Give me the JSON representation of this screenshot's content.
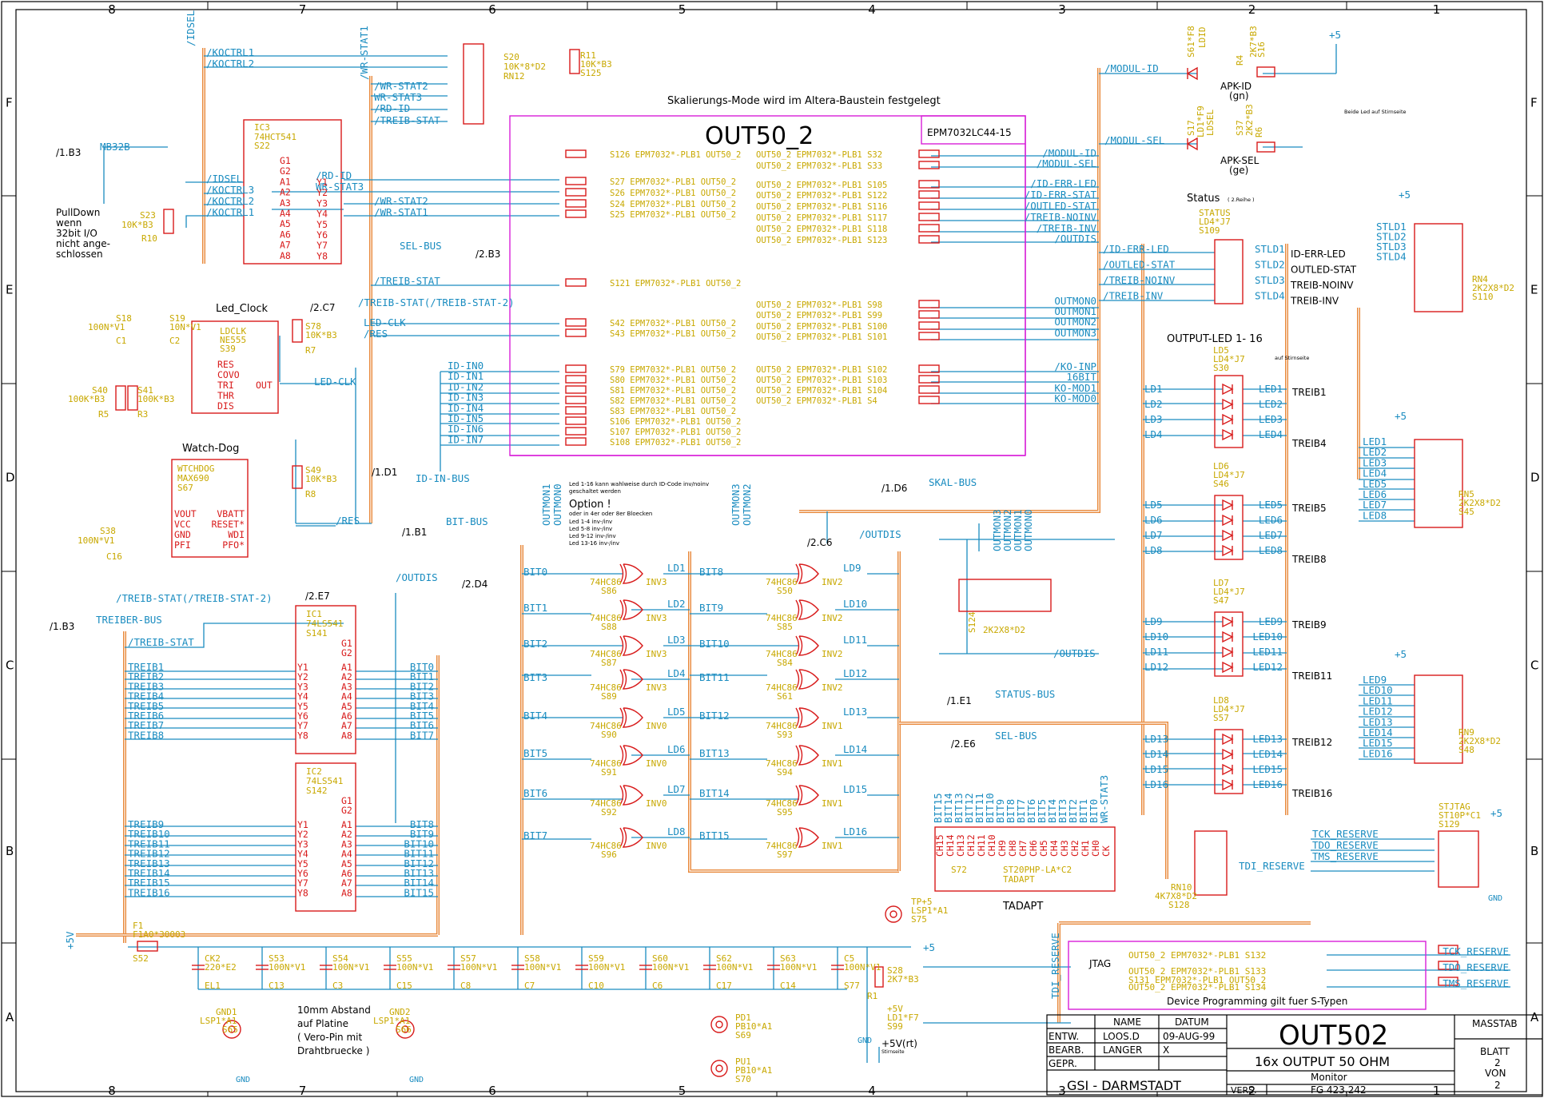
{
  "zones_top": [
    "8",
    "7",
    "6",
    "5",
    "4",
    "3",
    "2",
    "1"
  ],
  "zones_side": [
    "F",
    "E",
    "D",
    "C",
    "B",
    "A"
  ],
  "header_note": "Skalierungs-Mode wird im Altera-Baustein festgelegt",
  "cpld": {
    "title": "OUT50_2",
    "part": "EPM7032LC44-15"
  },
  "cpld_left_lines": [
    "S126 EPM7032*-PLB1  OUT50_2",
    "S27 EPM7032*-PLB1  OUT50_2",
    "S26 EPM7032*-PLB1  OUT50_2",
    "S24 EPM7032*-PLB1  OUT50_2",
    "S25 EPM7032*-PLB1  OUT50_2",
    "S121 EPM7032*-PLB1  OUT50_2",
    "S42 EPM7032*-PLB1  OUT50_2",
    "S43 EPM7032*-PLB1  OUT50_2",
    "S79 EPM7032*-PLB1  OUT50_2",
    "S80 EPM7032*-PLB1  OUT50_2",
    "S81 EPM7032*-PLB1  OUT50_2",
    "S82 EPM7032*-PLB1  OUT50_2",
    "S83 EPM7032*-PLB1  OUT50_2",
    "S106 EPM7032*-PLB1  OUT50_2",
    "S107 EPM7032*-PLB1  OUT50_2",
    "S108 EPM7032*-PLB1  OUT50_2"
  ],
  "cpld_right_lines": [
    "OUT50_2  EPM7032*-PLB1 S32",
    "OUT50_2  EPM7032*-PLB1 S33",
    "OUT50_2  EPM7032*-PLB1 S105",
    "OUT50_2  EPM7032*-PLB1 S122",
    "OUT50_2  EPM7032*-PLB1 S116",
    "OUT50_2  EPM7032*-PLB1 S117",
    "OUT50_2  EPM7032*-PLB1 S118",
    "OUT50_2  EPM7032*-PLB1 S123",
    "OUT50_2  EPM7032*-PLB1 S98",
    "OUT50_2  EPM7032*-PLB1 S99",
    "OUT50_2  EPM7032*-PLB1 S100",
    "OUT50_2  EPM7032*-PLB1 S101",
    "OUT50_2  EPM7032*-PLB1 S102",
    "OUT50_2  EPM7032*-PLB1 S103",
    "OUT50_2  EPM7032*-PLB1 S104",
    "OUT50_2  EPM7032*-PLB1 S4"
  ],
  "cpld_left_signals": [
    "/WR-STAT2",
    "/WR-STAT3",
    "/RD-ID",
    "/TREIB-STAT",
    "/KOCTRL1",
    "/KOCTRL2"
  ],
  "id_inputs": [
    "ID-IN0",
    "ID-IN1",
    "ID-IN2",
    "ID-IN3",
    "ID-IN4",
    "ID-IN5",
    "ID-IN6",
    "ID-IN7"
  ],
  "cpld_right_signals": [
    "/MODUL-ID",
    "/MODUL-SEL",
    "/ID-ERR-LED",
    "/ID-ERR-STAT",
    "/OUTLED-STAT",
    "/TREIB-NOINV",
    "/TREIB-INV",
    "/OUTDIS",
    "OUTMON0",
    "OUTMON1",
    "OUTMON2",
    "OUTMON3",
    "/KO-INP",
    "16BIT",
    "KO-MOD1",
    "KO-MOD0"
  ],
  "left_labels": {
    "idsel": "/IDSEL",
    "koctrl1": "/KOCTRL1",
    "koctrl2": "/KOCTRL2",
    "koctrl3": "/KOCTRL3",
    "wr_stat1": "/WR-STAT1",
    "wr_stat2": "/WR-STAT2",
    "wr_stat3": "WR-STAT3",
    "rd_id": "/RD-ID",
    "treib_stat": "/TREIB-STAT",
    "mb32b": "/1.B3",
    "mb32b_net": "MB32B",
    "pulldown": [
      "PullDown",
      "wenn",
      "32bit I/O",
      "nicht ange-",
      "schlossen"
    ],
    "sel_bus": "SEL-BUS",
    "sel_bus_ref": "/2.B3",
    "treib_stat_ref": "/2.C7",
    "treib_stat2": "/TREIB-STAT(/TREIB-STAT-2)",
    "led_clk": "LED-CLK",
    "res": "/RES"
  },
  "ic3": {
    "name": "IC3",
    "type": "74HCT541",
    "ref": "S22",
    "pins_left": [
      "G1",
      "G2",
      "A1",
      "A2",
      "A3",
      "A4",
      "A5",
      "A6",
      "A7",
      "A8"
    ],
    "pins_right": [
      "Y1",
      "Y2",
      "Y3",
      "Y4",
      "Y5",
      "Y6",
      "Y7",
      "Y8"
    ]
  },
  "rn12": {
    "name": "S20",
    "value": "10K*8*D2",
    "ref": "RN12"
  },
  "r11": {
    "name": "R11",
    "value": "10K*B3",
    "ref": "S125"
  },
  "r10": {
    "name": "S23",
    "value": "10K*B3",
    "ref": "R10"
  },
  "led_clock": {
    "title": "Led_Clock",
    "chip": "LDCLK",
    "type": "NE555",
    "ref": "S39",
    "pins": [
      "RES",
      "COVO",
      "TRI",
      "THR",
      "DIS",
      "OUT"
    ],
    "c1": [
      "S18",
      "100N*V1",
      "C1"
    ],
    "c2": [
      "S19",
      "10N*V1",
      "C2"
    ],
    "r5": [
      "S40",
      "100K*B3",
      "R5"
    ],
    "r3": [
      "S41",
      "100K*B3",
      "R3"
    ],
    "r7": [
      "S78",
      "10K*B3",
      "R7"
    ],
    "out_net": "LED-CLK"
  },
  "watchdog": {
    "title": "Watch-Dog",
    "chip": "WTCHDOG",
    "type": "MAX690",
    "ref": "S67",
    "pins_left": [
      "VOUT",
      "VCC",
      "GND",
      "PFI"
    ],
    "pins_right": [
      "VBATT",
      "RESET*",
      "WDI",
      "PFO*"
    ],
    "c16": [
      "S38",
      "100N*V1",
      "C16"
    ],
    "r8": [
      "S49",
      "10K*B3",
      "R8"
    ],
    "out_net": "/RES",
    "id_bus_ref": "/1.D1",
    "id_bus": "ID-IN-BUS"
  },
  "treiber": {
    "bus_ref": "/1.B3",
    "bus": "TREIBER-BUS",
    "stat": "/TREIB-STAT",
    "stat2": "/TREIB-STAT(/TREIB-STAT-2)",
    "stat2_ref": "/2.E7",
    "outdis": "/OUTDIS",
    "outdis_ref": "/2.D4",
    "bit_bus_ref": "/1.B1",
    "bit_bus": "BIT-BUS"
  },
  "ic1": {
    "name": "IC1",
    "type": "74LS541",
    "ref": "S141",
    "treib": [
      "TREIB1",
      "TREIB2",
      "TREIB3",
      "TREIB4",
      "TREIB5",
      "TREIB6",
      "TREIB7",
      "TREIB8"
    ],
    "bits": [
      "BIT0",
      "BIT1",
      "BIT2",
      "BIT3",
      "BIT4",
      "BIT5",
      "BIT6",
      "BIT7"
    ]
  },
  "ic2": {
    "name": "IC2",
    "type": "74LS541",
    "ref": "S142",
    "treib": [
      "TREIB9",
      "TREIB10",
      "TREIB11",
      "TREIB12",
      "TREIB13",
      "TREIB14",
      "TREIB15",
      "TREIB16"
    ],
    "bits": [
      "BIT8",
      "BIT9",
      "BIT10",
      "BIT11",
      "BIT12",
      "BIT13",
      "BIT14",
      "BIT15"
    ]
  },
  "option_note": [
    "Led 1-16 kann wahlweise durch ID-Code inv/noinv",
    "geschaltet werden",
    "Option !",
    "oder in 4er oder 8er Bloecken",
    "Led 1-4 inv-/inv",
    "Led 5-8 inv-/inv",
    "Led 9-12 inv-/inv",
    "Led 13-16 inv-/inv"
  ],
  "gates_a": {
    "bits": [
      "BIT0",
      "BIT1",
      "BIT2",
      "BIT3",
      "BIT4",
      "BIT5",
      "BIT6",
      "BIT7"
    ],
    "lds": [
      "LD1",
      "LD2",
      "LD3",
      "LD4",
      "LD5",
      "LD6",
      "LD7",
      "LD8"
    ],
    "refs": [
      "S86",
      "S88",
      "S87",
      "S89",
      "S90",
      "S91",
      "S92",
      "S96"
    ],
    "invs": [
      "INV3",
      "INV3",
      "INV3",
      "INV3",
      "INV0",
      "INV0",
      "INV0",
      "INV0"
    ],
    "mon": [
      "OUTMON1",
      "OUTMON0"
    ]
  },
  "gates_b": {
    "bits": [
      "BIT8",
      "BIT9",
      "BIT10",
      "BIT11",
      "BIT12",
      "BIT13",
      "BIT14",
      "BIT15"
    ],
    "lds": [
      "LD9",
      "LD10",
      "LD11",
      "LD12",
      "LD13",
      "LD14",
      "LD15",
      "LD16"
    ],
    "refs": [
      "S50",
      "S85",
      "S84",
      "S61",
      "S93",
      "S94",
      "S95",
      "S97"
    ],
    "invs": [
      "INV2",
      "INV2",
      "INV2",
      "INV2",
      "INV1",
      "INV1",
      "INV1",
      "INV1"
    ],
    "mon": [
      "OUTMON3",
      "OUTMON2"
    ]
  },
  "gate_type": "74HC86",
  "mid_refs": {
    "skal_ref": "/1.D6",
    "skal_bus": "SKAL-BUS",
    "outdis_ref": "/2.C6",
    "outdis": "/OUTDIS",
    "outdis2": "/OUTDIS",
    "outmon": [
      "OUTMON3",
      "OUTMON2",
      "OUTMON1",
      "OUTMON0"
    ],
    "rn_ref": "S124",
    "rn_val": "2K2X8*D2",
    "status_ref": "/1.E1",
    "status_bus": "STATUS-BUS",
    "sel_ref": "/2.E6",
    "sel_bus": "SEL-BUS"
  },
  "tadapt": {
    "bits": [
      "BIT15",
      "BIT14",
      "BIT13",
      "BIT12",
      "BIT11",
      "BIT10",
      "BIT9",
      "BIT8",
      "BIT7",
      "BIT6",
      "BIT5",
      "BIT4",
      "BIT3",
      "BIT2",
      "BIT1",
      "BIT0",
      "WR-STAT3"
    ],
    "chs": [
      "CH15",
      "CH14",
      "CH13",
      "CH12",
      "CH11",
      "CH10",
      "CH9",
      "CH8",
      "CH7",
      "CH6",
      "CH5",
      "CH4",
      "CH3",
      "CH2",
      "CH1",
      "CH0",
      "CK"
    ],
    "ref": "S72",
    "type": "ST20PHP-LA*C2",
    "name": "TADAPT",
    "label": "TADAPT"
  },
  "power": {
    "in_label": "+5V",
    "fuse": [
      "F1",
      "F1A0*30003",
      "S52"
    ],
    "caps": [
      [
        "CK2",
        "220*E2",
        "EL1"
      ],
      [
        "S53",
        "100N*V1",
        "C13"
      ],
      [
        "S54",
        "100N*V1",
        "C3"
      ],
      [
        "S55",
        "100N*V1",
        "C15"
      ],
      [
        "S57",
        "100N*V1",
        "C8"
      ],
      [
        "S58",
        "100N*V1",
        "C7"
      ],
      [
        "S59",
        "100N*V1",
        "C10"
      ],
      [
        "S60",
        "100N*V1",
        "C6"
      ],
      [
        "S62",
        "100N*V1",
        "C17"
      ],
      [
        "S63",
        "100N*V1",
        "C14"
      ],
      [
        "C5",
        "100N*V1",
        "S77"
      ]
    ],
    "r1": [
      "S28",
      "2K7*B3",
      "R1"
    ],
    "led": [
      "+5V",
      "LD1*F7",
      "S99"
    ],
    "led_note": "+5V(rt)",
    "led_sub": "Stirnseite",
    "tp": [
      "TP+5",
      "LSP1*A1",
      "S75"
    ],
    "plus5": "+5",
    "gnd": "GND",
    "mount_note": [
      "10mm Abstand",
      "auf Platine",
      "( Vero-Pin mit",
      "Drahtbruecke )"
    ],
    "gnd1": [
      "GND1",
      "LSP1*A1",
      "S65"
    ],
    "gnd2": [
      "GND2",
      "LSP1*A1",
      "S66"
    ],
    "pd1": [
      "PD1",
      "PB10*A1",
      "S69"
    ],
    "pu1": [
      "PU1",
      "PB10*A1",
      "S70"
    ]
  },
  "modul_leds": {
    "modul_id": "/MODUL-ID",
    "modul_sel": "/MODUL-SEL",
    "d1": [
      "S61*F8",
      "LDID"
    ],
    "r4": [
      "R4",
      "2K7*B3",
      "S16"
    ],
    "apk_id": "APK-ID",
    "apk_id_col": "(gn)",
    "d2": [
      "S17",
      "LD1*F9",
      "LDSEL"
    ],
    "r6": [
      "S37",
      "2K2*B3",
      "R6"
    ],
    "apk_sel": "APK-SEL",
    "apk_sel_col": "(ge)",
    "note": "Beide Led auf Stirnseite",
    "plus5": "+5"
  },
  "status_block": {
    "title": "Status",
    "sub": "( 2.Reihe )",
    "chip": [
      "STATUS",
      "LD4*J7",
      "S109"
    ],
    "inputs": [
      "/ID-ERR-LED",
      "/OUTLED-STAT",
      "/TREIB-NOINV",
      "/TREIB-INV"
    ],
    "outputs": [
      "STLD1",
      "STLD2",
      "STLD3",
      "STLD4"
    ],
    "names": [
      "ID-ERR-LED",
      "OUTLED-STAT",
      "TREIB-NOINV",
      "TREIB-INV"
    ],
    "rn": [
      "STLD1",
      "STLD2",
      "STLD3",
      "STLD4"
    ],
    "rn_ref": [
      "RN4",
      "2K2X8*D2",
      "S110"
    ]
  },
  "output_leds": {
    "title": "OUTPUT-LED 1- 16",
    "sub": "auf Stirnseite",
    "groups": [
      {
        "chip": [
          "LD5",
          "LD4*J7",
          "S30"
        ],
        "in": [
          "LD1",
          "LD2",
          "LD3",
          "LD4"
        ],
        "out": [
          "LED1",
          "LED2",
          "LED3",
          "LED4"
        ],
        "treib": [
          "TREIB1",
          "TREIB4"
        ]
      },
      {
        "chip": [
          "LD6",
          "LD4*J7",
          "S46"
        ],
        "in": [
          "LD5",
          "LD6",
          "LD7",
          "LD8"
        ],
        "out": [
          "LED5",
          "LED6",
          "LED7",
          "LED8"
        ],
        "treib": [
          "TREIB5",
          "TREIB8"
        ]
      },
      {
        "chip": [
          "LD7",
          "LD4*J7",
          "S47"
        ],
        "in": [
          "LD9",
          "LD10",
          "LD11",
          "LD12"
        ],
        "out": [
          "LED9",
          "LED10",
          "LED11",
          "LED12"
        ],
        "treib": [
          "TREIB9",
          "TREIB11"
        ]
      },
      {
        "chip": [
          "LD8",
          "LD4*J7",
          "S57"
        ],
        "in": [
          "LD13",
          "LD14",
          "LD15",
          "LD16"
        ],
        "out": [
          "LED13",
          "LED14",
          "LED15",
          "LED16"
        ],
        "treib": [
          "TREIB12",
          "TREIB16"
        ]
      }
    ],
    "rn5": {
      "leds": [
        "LED1",
        "LED2",
        "LED3",
        "LED4",
        "LED5",
        "LED6",
        "LED7",
        "LED8"
      ],
      "ref": [
        "RN5",
        "2K2X8*D2",
        "S45"
      ]
    },
    "rn9": {
      "leds": [
        "LED9",
        "LED10",
        "LED11",
        "LED12",
        "LED13",
        "LED14",
        "LED15",
        "LED16"
      ],
      "ref": [
        "RN9",
        "2K2X8*D2",
        "S48"
      ]
    }
  },
  "jtag": {
    "stjtag": [
      "STJTAG",
      "ST10P*C1",
      "S129"
    ],
    "reserves": [
      "TCK_RESERVE",
      "TDO_RESERVE",
      "TMS_RESERVE",
      "TDI_RESERVE"
    ],
    "rn10": [
      "RN10",
      "4K7X8*D2",
      "S128"
    ],
    "gnd": "GND",
    "plus5": "+5",
    "label": "JTAG",
    "lines": [
      "OUT50_2  EPM7032*-PLB1 S132",
      "OUT50_2  EPM7032*-PLB1 S133",
      "S131 EPM7032*-PLB1  OUT50_2",
      "OUT50_2  EPM7032*-PLB1 S134"
    ],
    "outs": [
      "TCK_RESERVE",
      "TDO_RESERVE",
      "TMS_RESERVE"
    ],
    "tdi": "TDI_RESERVE",
    "note": "Device Programming gilt fuer S-Typen"
  },
  "titleblock": {
    "h_name": "NAME",
    "h_datum": "DATUM",
    "rows": [
      [
        "ENTW.",
        "LOOS.D",
        "09-AUG-99"
      ],
      [
        "BEARB.",
        "LANGER",
        "X"
      ],
      [
        "GEPR.",
        "",
        ""
      ]
    ],
    "company": "GSI - DARMSTADT",
    "drawing": "OUT502",
    "desc": "16x OUTPUT 50 OHM",
    "sub": "Monitor",
    "vers": "VERS.",
    "fg": "FG 423.242",
    "masstab": "MASSTAB",
    "blatt": "BLATT",
    "blatt_no": "2",
    "von": "VON",
    "von_no": "2"
  }
}
